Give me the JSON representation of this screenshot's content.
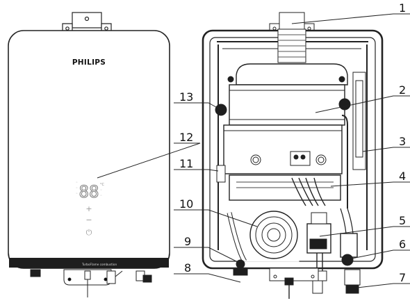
{
  "front_panel": {
    "brand": "PHILIPS",
    "display_digits": "88",
    "plus_key": "+",
    "minus_key": "−",
    "power_key": "⏻",
    "bottom_strip_text": "TurboFlame combustion"
  },
  "callouts": [
    {
      "number": "1"
    },
    {
      "number": "2"
    },
    {
      "number": "3"
    },
    {
      "number": "4"
    },
    {
      "number": "5"
    },
    {
      "number": "6"
    },
    {
      "number": "7"
    },
    {
      "number": "8"
    },
    {
      "number": "9"
    },
    {
      "number": "10"
    },
    {
      "number": "11"
    },
    {
      "number": "12"
    },
    {
      "number": "13"
    }
  ]
}
